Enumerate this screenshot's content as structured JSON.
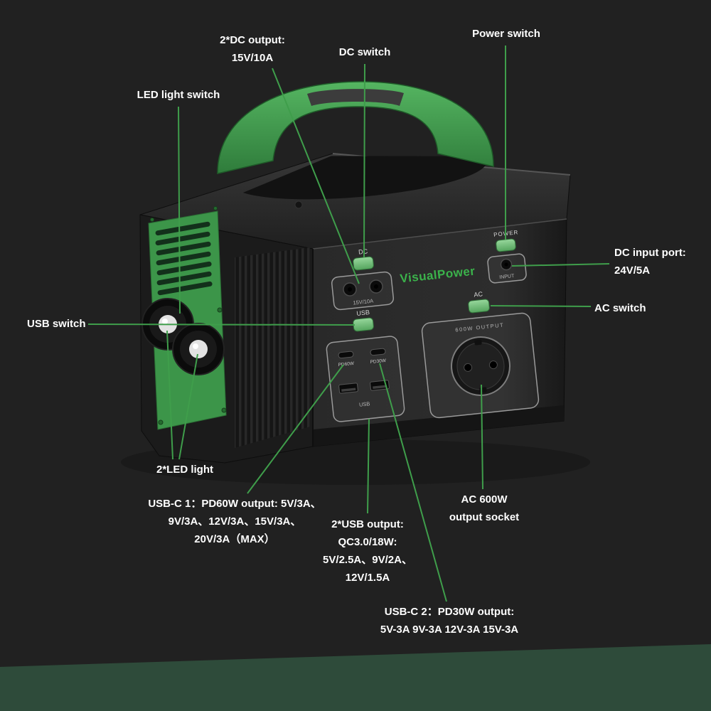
{
  "page": {
    "background": "#212121",
    "accent_green": "#3f9e4b",
    "logo_green": "#3bb24b",
    "callout_text_color": "#ffffff",
    "bottom_band_color": "#2e4b3a"
  },
  "device": {
    "logo": "VisualPower",
    "panel": {
      "dc_label": "DC",
      "dc_rating": "15V/10A",
      "power_label": "POWER",
      "input_label": "INPUT",
      "usb_label": "USB",
      "usbc1_label": "PD60W",
      "usbc2_label": "PD30W",
      "usb_ports_label": "USB",
      "ac_label": "AC",
      "ac_rating": "600W OUTPUT"
    }
  },
  "callouts": {
    "dc_output": {
      "lines": [
        "2*DC output:",
        "15V/10A"
      ]
    },
    "dc_switch": {
      "lines": [
        "DC switch"
      ]
    },
    "power_switch": {
      "lines": [
        "Power switch"
      ]
    },
    "led_switch": {
      "lines": [
        "LED light switch"
      ]
    },
    "dc_input": {
      "lines": [
        "DC input port:",
        "24V/5A"
      ]
    },
    "ac_switch": {
      "lines": [
        "AC switch"
      ]
    },
    "usb_switch": {
      "lines": [
        "USB switch"
      ]
    },
    "led_light": {
      "lines": [
        "2*LED light"
      ]
    },
    "usbc1": {
      "lines": [
        "USB-C 1：PD60W output: 5V/3A、",
        "9V/3A、12V/3A、15V/3A、",
        "20V/3A（MAX）"
      ]
    },
    "usb_output": {
      "lines": [
        "2*USB output:",
        "QC3.0/18W:",
        "5V/2.5A、9V/2A、",
        "12V/1.5A"
      ]
    },
    "ac_output": {
      "lines": [
        "AC 600W",
        "output socket"
      ]
    },
    "usbc2": {
      "lines": [
        "USB-C 2：PD30W output:",
        "5V-3A 9V-3A 12V-3A 15V-3A"
      ]
    }
  }
}
